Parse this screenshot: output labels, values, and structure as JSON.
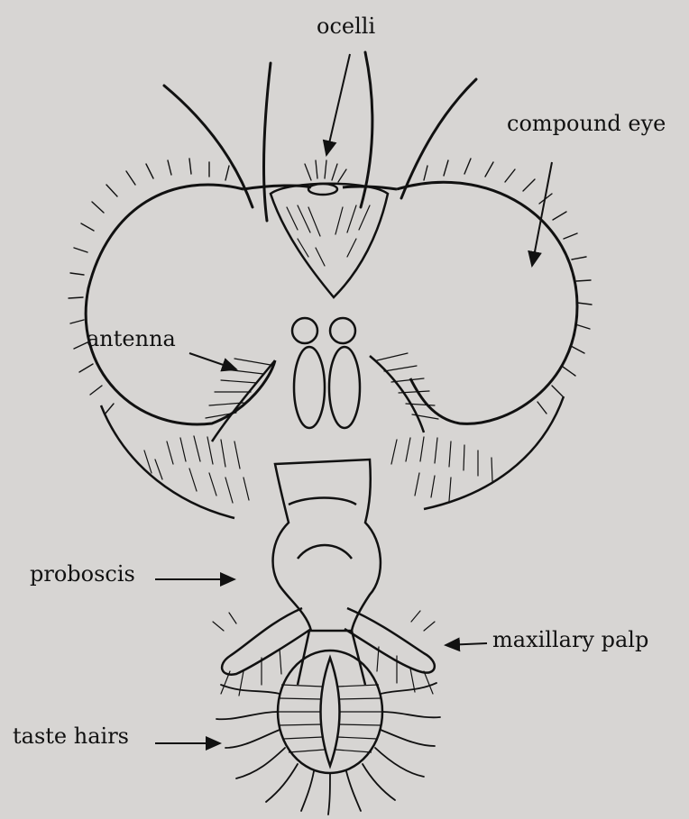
{
  "diagram": {
    "labels": {
      "ocelli": "ocelli",
      "compound_eye": "compound eye",
      "antenna": "antenna",
      "proboscis": "proboscis",
      "maxillary_palp": "maxillary palp",
      "taste_hairs": "taste hairs"
    },
    "colors": {
      "background": "#d7d5d3",
      "ink": "#111111"
    }
  }
}
